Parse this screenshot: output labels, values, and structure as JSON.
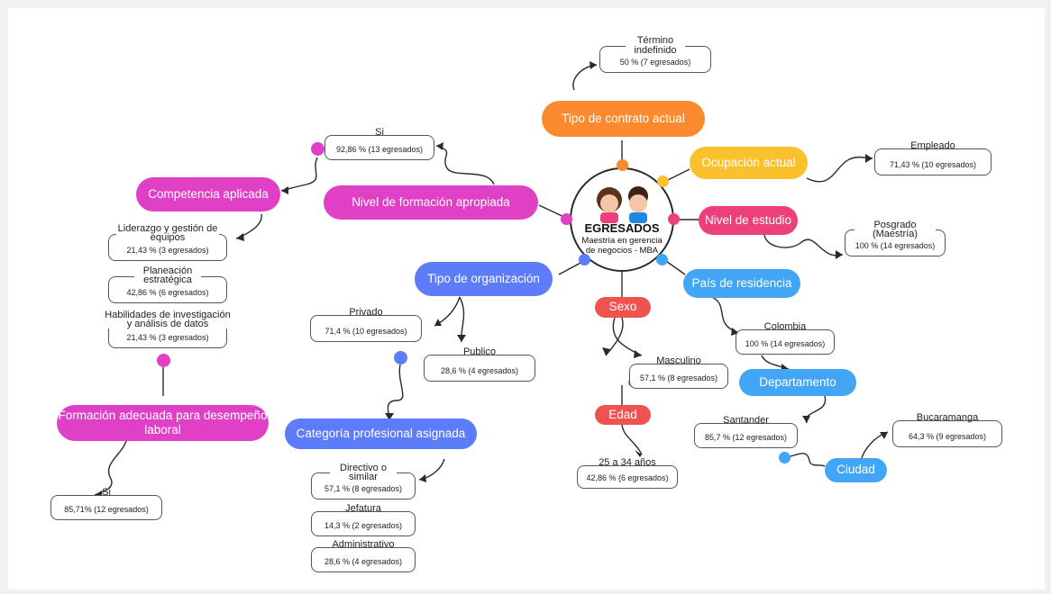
{
  "center": {
    "title": "EGRESADOS",
    "subtitle": "Maestría en gerencia de negocios - MBA"
  },
  "nodes": {
    "tipo_contrato": "Tipo de contrato actual",
    "ocupacion": "Ocupación actual",
    "nivel_estudio": "Nivel de estudio",
    "pais": "País de residencia",
    "departamento": "Departamento",
    "ciudad": "Ciudad",
    "sexo": "Sexo",
    "edad": "Edad",
    "tipo_organizacion": "Tipo de organización",
    "categoria": "Categoría profesional asignada",
    "nivel_formacion": "Nivel de formación apropiada",
    "competencia": "Competencia aplicada",
    "formacion_adecuada": "Formación adecuada para desempeño laboral"
  },
  "boxes": {
    "termino": {
      "label": "Término indefinido",
      "value": "50 % (7 egresados)"
    },
    "empleado": {
      "label": "Empleado",
      "value": "71,43 % (10 egresados)"
    },
    "posgrado": {
      "label": "Posgrado (Maestría)",
      "value": "100 % (14 egresados)"
    },
    "colombia": {
      "label": "Colombia",
      "value": "100 % (14 egresados)"
    },
    "santander": {
      "label": "Santander",
      "value": "85,7 % (12 egresados)"
    },
    "bucaramanga": {
      "label": "Bucaramanga",
      "value": "64,3 % (9 egresados)"
    },
    "masculino": {
      "label": "Masculino",
      "value": "57,1 % (8 egresados)"
    },
    "edad_rango": {
      "label": "25 a 34 años",
      "value": "42,86 % (6 egresados)"
    },
    "privado": {
      "label": "Privado",
      "value": "71,4 % (10 egresados)"
    },
    "publico": {
      "label": "Publico",
      "value": "28,6 % (4 egresados)"
    },
    "directivo": {
      "label": "Directivo o similar",
      "value": "57,1 % (8 egresados)"
    },
    "jefatura": {
      "label": "Jefatura",
      "value": "14,3 % (2 egresados)"
    },
    "administrativo": {
      "label": "Administrativo",
      "value": "28,6 % (4 egresados)"
    },
    "si_formacion": {
      "label": "Si",
      "value": "92,86 % (13 egresados)"
    },
    "liderazgo": {
      "label": "Liderazgo y gestión de equipos",
      "value": "21,43 % (3 egresados)"
    },
    "planeacion": {
      "label": "Planeación estratégica",
      "value": "42,86 % (6 egresados)"
    },
    "habilidades": {
      "label": "Habilidades de investigación y análisis de datos",
      "value": "21,43 % (3 egresados)"
    },
    "si_adecuada": {
      "label": "Si",
      "value": "85,71% (12 egresados)"
    }
  },
  "colors": {
    "orange": "#fb8a2e",
    "yellow": "#fbc02d",
    "pink": "#ec407a",
    "blue": "#42a5f5",
    "red": "#ef5350",
    "indigo": "#5c7cfa",
    "magenta": "#e040c6"
  }
}
